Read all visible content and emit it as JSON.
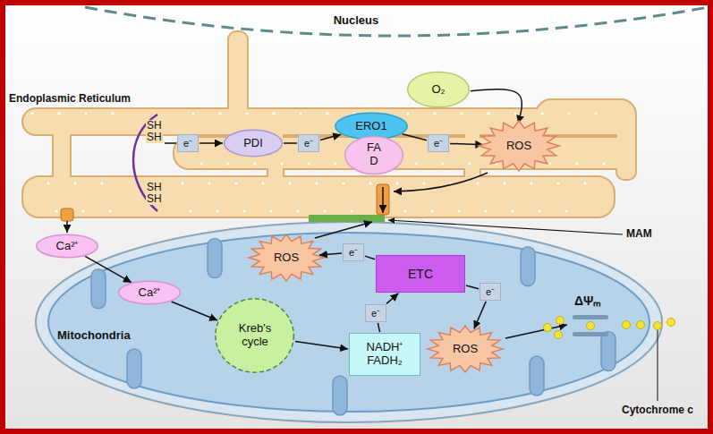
{
  "diagram": {
    "nodes": [
      {
        "text": [
          "O₂"
        ]
      },
      {
        "text": [
          "e⁻"
        ]
      },
      {
        "text": [
          "PDI"
        ]
      },
      {
        "text": [
          "e⁻"
        ]
      },
      {
        "text": [
          "ERO1"
        ]
      },
      {
        "text": [
          "FA D"
        ]
      },
      {
        "text": [
          "e⁻"
        ]
      },
      {
        "text": [
          "ROS"
        ]
      },
      {
        "text": [
          "Ca²⁺"
        ]
      },
      {
        "text": [
          "ROS"
        ]
      },
      {
        "text": [
          "e⁻"
        ]
      },
      {
        "text": [
          "ETC"
        ]
      },
      {
        "text": [
          "Ca²⁺"
        ]
      },
      {
        "text": [
          "e⁻"
        ]
      },
      {
        "text": [
          "e⁻"
        ]
      },
      {
        "text": [
          "Kreb's cycle"
        ]
      },
      {
        "text": [
          "NADH⁺ FADH₂"
        ]
      },
      {
        "text": [
          "ROS"
        ]
      }
    ],
    "edges": [
      {
        "from": 1,
        "to": 2,
        "arrow": "to"
      },
      {
        "from": 2,
        "to": 3,
        "arrow": "none"
      },
      {
        "from": 3,
        "to": 4,
        "arrow": "to"
      },
      {
        "from": 4,
        "to": 6,
        "arrow": "none"
      },
      {
        "from": 6,
        "to": 7,
        "arrow": "to"
      },
      {
        "from": 0,
        "to": 7,
        "arrow": "to"
      },
      {
        "from": 8,
        "to": 12,
        "arrow": "to"
      },
      {
        "from": 12,
        "to": 15,
        "arrow": "to"
      },
      {
        "from": 15,
        "to": 16,
        "arrow": "to"
      },
      {
        "from": 16,
        "to": 14,
        "arrow": "none"
      },
      {
        "from": 14,
        "to": 11,
        "arrow": "to"
      },
      {
        "from": 11,
        "to": 10,
        "arrow": "none"
      },
      {
        "from": 10,
        "to": 9,
        "arrow": "to"
      },
      {
        "from": 11,
        "to": 13,
        "arrow": "none"
      },
      {
        "from": 13,
        "to": 17,
        "arrow": "to"
      }
    ],
    "labels": [
      "Nucleus",
      "Endoplasmic Reticulum",
      "SH SH",
      "SH SH",
      "MAM",
      "Mitochondria",
      "ΔΨₘ",
      "Cytochrome c"
    ]
  }
}
